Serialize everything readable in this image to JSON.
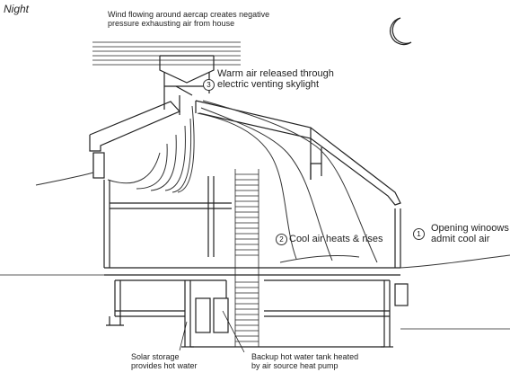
{
  "diagram": {
    "title": "Night",
    "labels": {
      "wind": [
        "Wind flowing around aercap creates negative",
        "pressure exhausting air from house"
      ],
      "warm_air": [
        "Warm air released through",
        "electric venting skylight"
      ],
      "cool_air": "Cool air heats & rises",
      "windows": [
        "Opening winoows",
        "admit cool air"
      ],
      "solar": [
        "Solar storage",
        "provides hot water"
      ],
      "backup": [
        "Backup hot water tank heated",
        "by air source heat pump"
      ]
    },
    "step_numbers": {
      "warm_air": "3",
      "cool_air": "2",
      "windows": "1"
    }
  }
}
